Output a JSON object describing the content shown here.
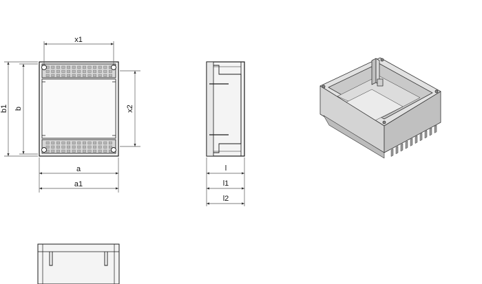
{
  "colors": {
    "line": "#1a1a1a",
    "dim_line": "#555555",
    "body_fill": "#f4f4f4",
    "grid_fill": "#d2d2d2",
    "iso_top": "#e6e6e6",
    "iso_left": "#cfcfcf",
    "iso_right": "#bdbdbd"
  },
  "labels": {
    "x1": "x1",
    "x2": "x2",
    "a": "a",
    "a1": "a1",
    "b": "b",
    "b1": "b1",
    "l": "l",
    "l1": "l1",
    "l2": "l2"
  }
}
